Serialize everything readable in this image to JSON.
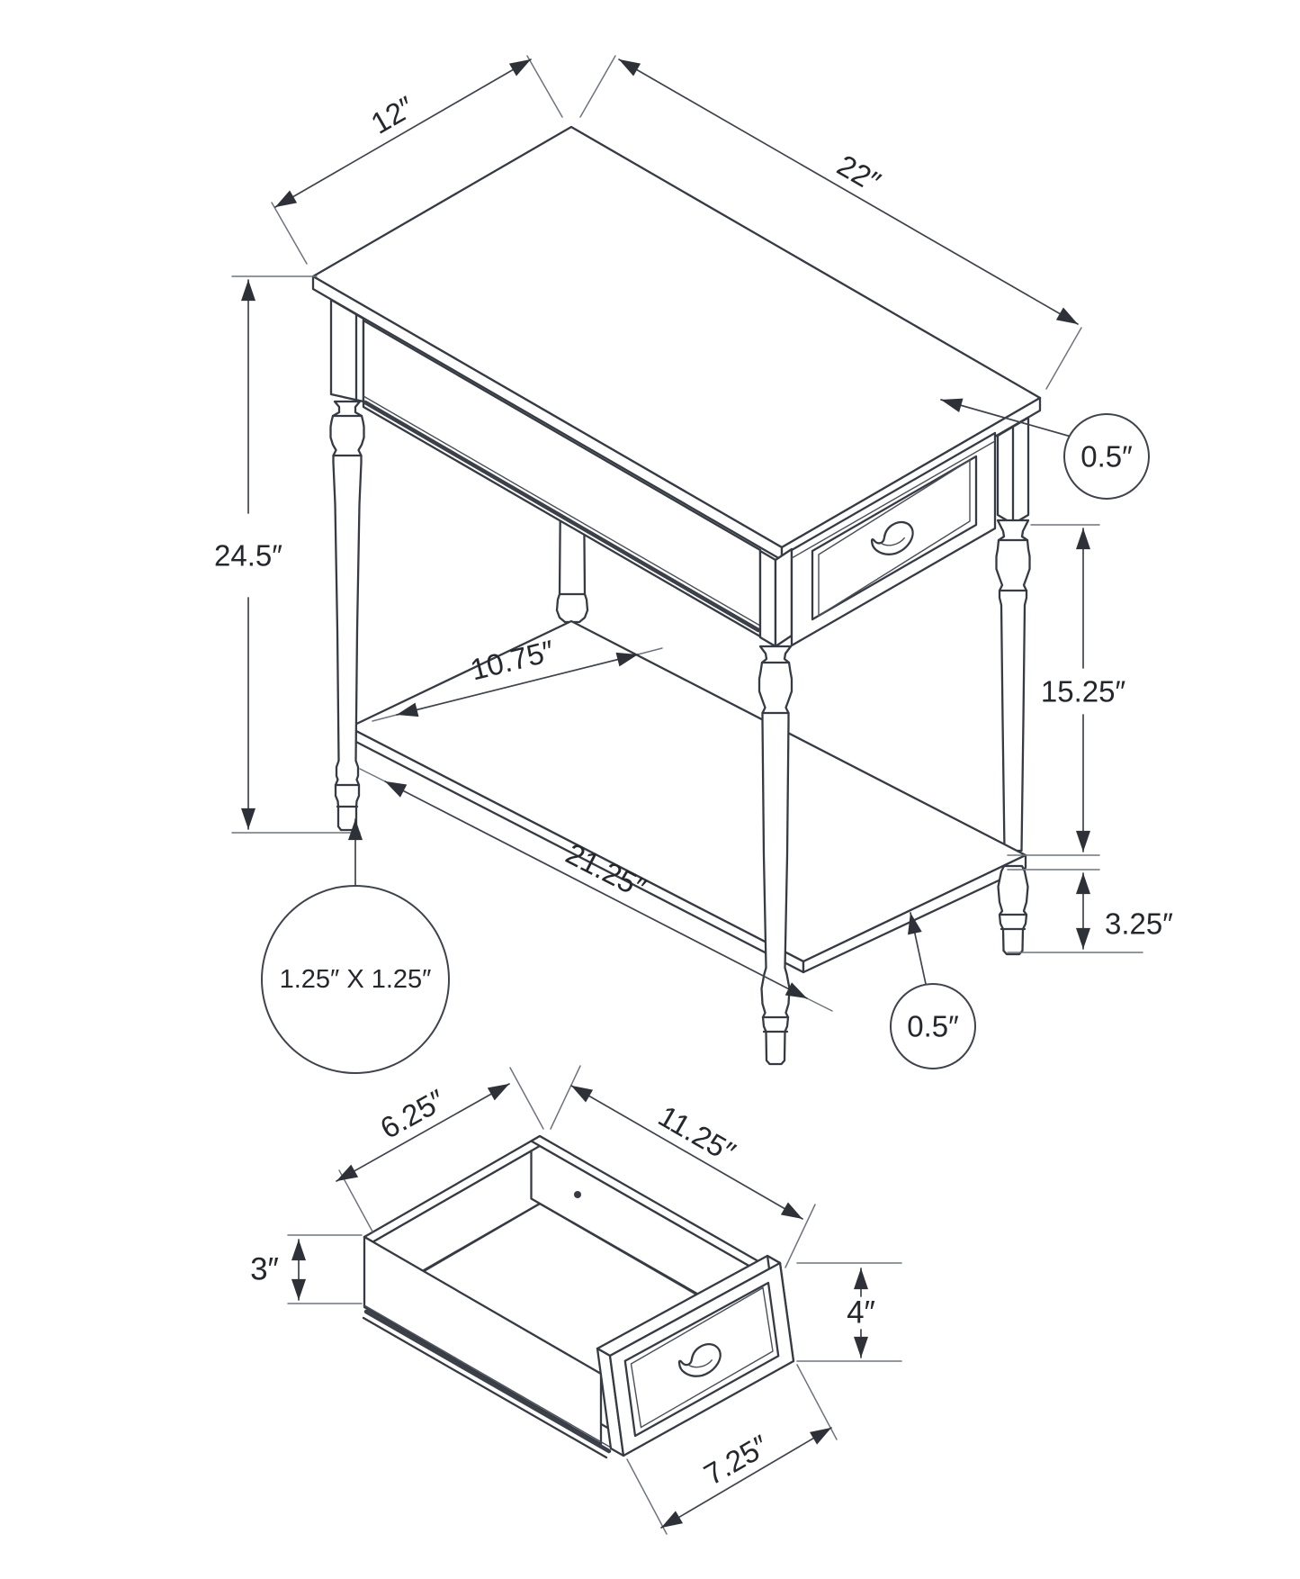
{
  "diagram": {
    "kind": "furniture dimension drawing",
    "views": [
      "accent table isometric",
      "drawer isometric"
    ]
  },
  "table_view": {
    "dimensions": {
      "top_depth": "12″",
      "top_width": "22″",
      "overall_height": "24.5″",
      "top_thickness": "0.5″",
      "leg_top_to_shelf": "15.25″",
      "shelf_to_leg_bottom": "3.25″",
      "shelf_thickness": "0.5″",
      "leg_post_size": "1.25″ X 1.25″",
      "shelf_depth": "10.75″",
      "shelf_length": "21.25″"
    }
  },
  "drawer_view": {
    "dimensions": {
      "back_width": "6.25″",
      "side_length": "11.25″",
      "side_height": "3″",
      "front_height": "4″",
      "front_width": "7.25″"
    }
  }
}
